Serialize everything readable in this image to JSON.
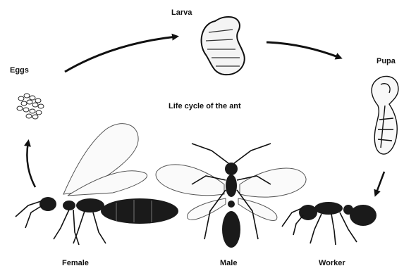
{
  "diagram": {
    "title": "Life cycle of the ant",
    "stages": {
      "larva": "Larva",
      "eggs": "Eggs",
      "pupa": "Pupa",
      "female": "Female",
      "male": "Male",
      "worker": "Worker"
    }
  }
}
